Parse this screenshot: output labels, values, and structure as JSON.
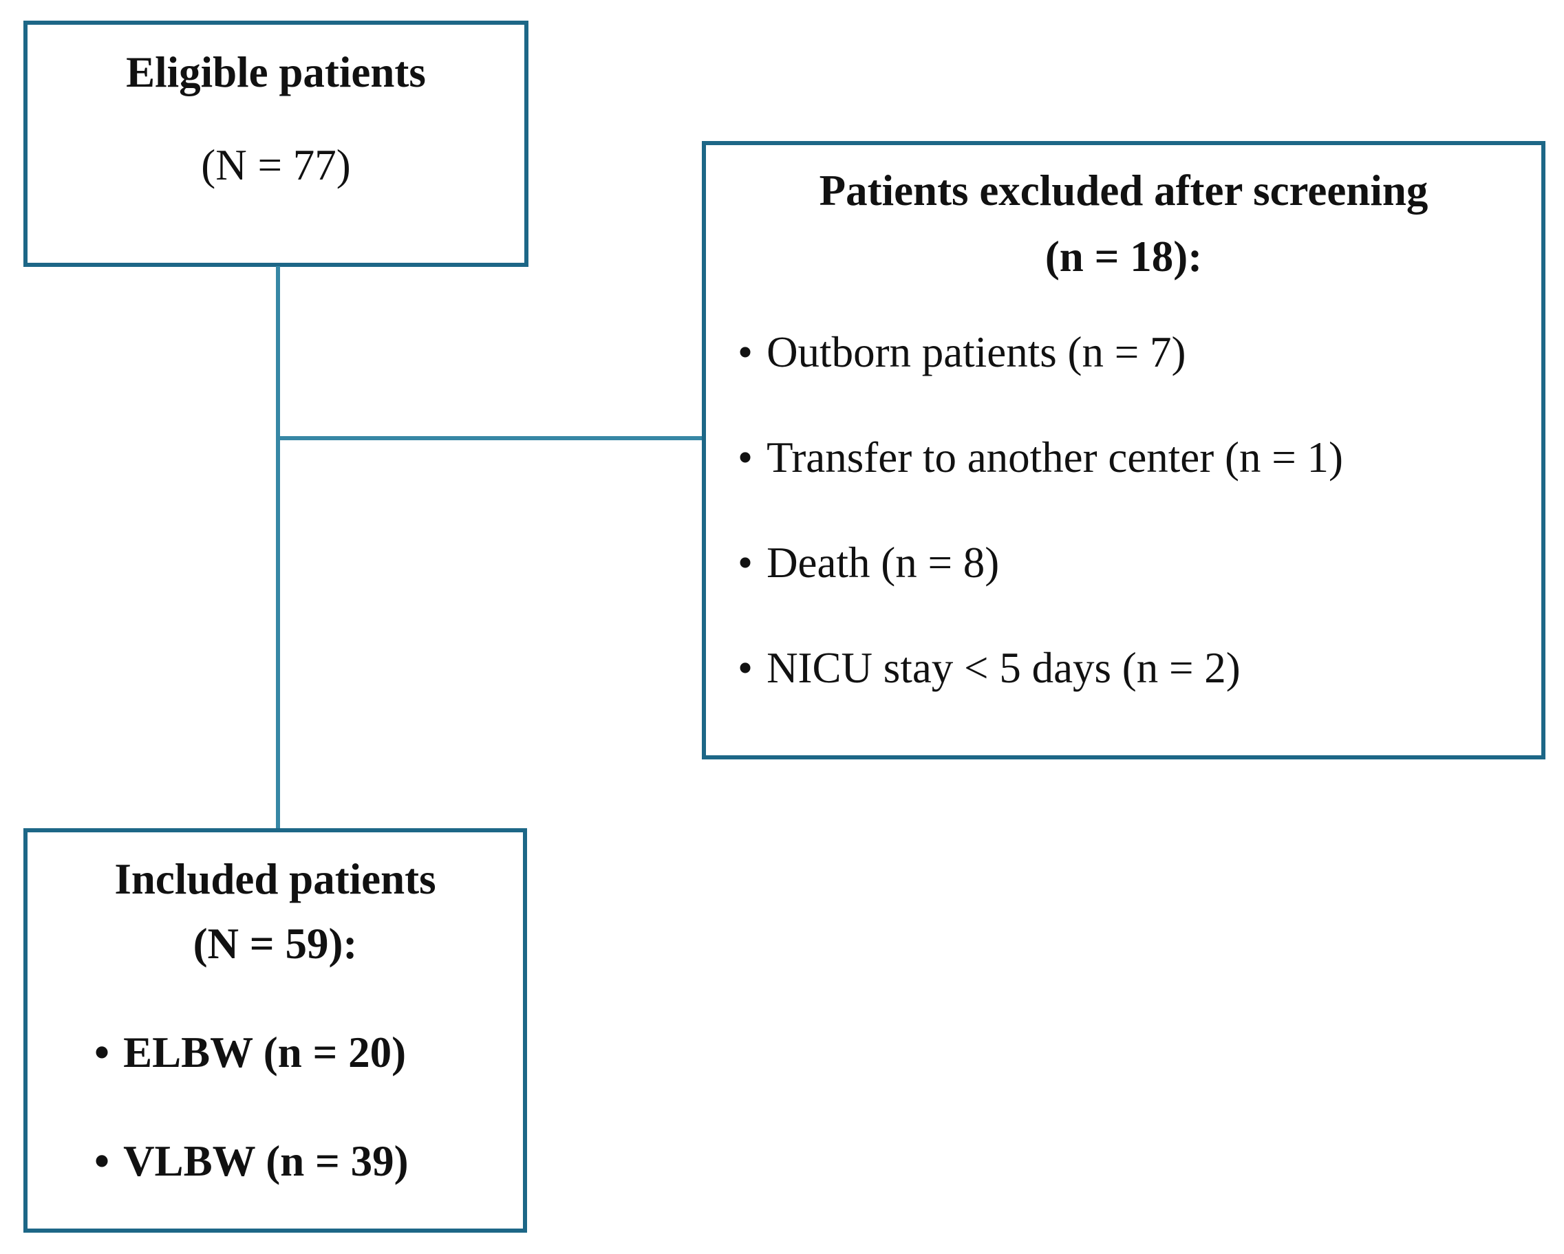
{
  "boxes": {
    "eligible": {
      "title": "Eligible patients",
      "subtitle": "(N = 77)"
    },
    "excluded": {
      "title": "Patients excluded after screening",
      "subtitle": "(n = 18):",
      "bullet": "•",
      "items": [
        "Outborn patients (n = 7)",
        "Transfer to another center (n = 1)",
        "Death (n = 8)",
        "NICU stay < 5 days (n = 2)"
      ]
    },
    "included": {
      "title": "Included patients",
      "subtitle": "(N = 59):",
      "bullet": "•",
      "items": [
        "ELBW (n = 20)",
        "VLBW (n = 39)"
      ]
    }
  },
  "colors": {
    "box_border": "#1d6787",
    "connector": "#3787a5",
    "text": "#111111",
    "background": "#ffffff"
  }
}
